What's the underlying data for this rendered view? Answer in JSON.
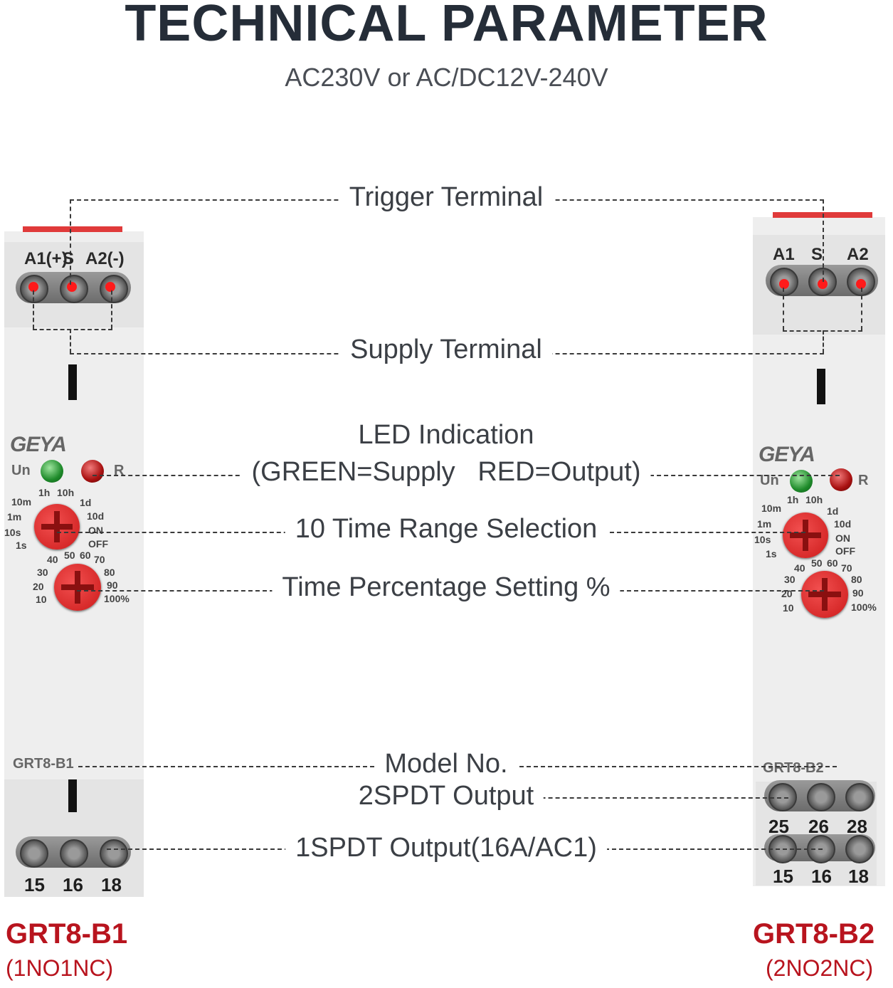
{
  "header": {
    "title": "TECHNICAL PARAMETER",
    "subtitle": "AC230V or AC/DC12V-240V"
  },
  "callouts": {
    "trigger_terminal": "Trigger Terminal",
    "supply_terminal": "Supply Terminal",
    "led_indication": "LED Indication",
    "led_legend": "(GREEN=Supply   RED=Output)",
    "time_range": "10 Time Range Selection",
    "time_percentage": "Time Percentage Setting %",
    "model_no": "Model No.",
    "output_2spdt": "2SPDT Output",
    "output_1spdt": "1SPDT Output(16A/AC1)"
  },
  "colors": {
    "title": "#252d38",
    "accent_red": "#b8141e",
    "led_green": "#1e8a2a",
    "led_red": "#a81010",
    "dial_red": "#e03a3a"
  },
  "devices": [
    {
      "brand": "GEYA",
      "top_terminals": [
        "A1(+)",
        "S",
        "A2(-)"
      ],
      "led_labels": [
        "Un",
        "R"
      ],
      "time_range_ticks": [
        "1s",
        "10s",
        "1m",
        "10m",
        "1h",
        "10h",
        "1d",
        "10d",
        "ON",
        "OFF"
      ],
      "percent_ticks": [
        "10",
        "20",
        "30",
        "40",
        "50",
        "60",
        "70",
        "80",
        "90",
        "100%"
      ],
      "model_print": "GRT8-B1",
      "bottom_terminals": [
        "15",
        "16",
        "18"
      ],
      "product_name": "GRT8-B1",
      "contact_type": "(1NO1NC)"
    },
    {
      "brand": "GEYA",
      "top_terminals": [
        "A1",
        "S",
        "A2"
      ],
      "led_labels": [
        "Un",
        "R"
      ],
      "time_range_ticks": [
        "1s",
        "10s",
        "1m",
        "10m",
        "1h",
        "10h",
        "1d",
        "10d",
        "ON",
        "OFF"
      ],
      "percent_ticks": [
        "10",
        "20",
        "30",
        "40",
        "50",
        "60",
        "70",
        "80",
        "90",
        "100%"
      ],
      "model_print": "GRT8-B2",
      "mid_terminals": [
        "25",
        "26",
        "28"
      ],
      "bottom_terminals": [
        "15",
        "16",
        "18"
      ],
      "product_name": "GRT8-B2",
      "contact_type": "(2NO2NC)"
    }
  ]
}
